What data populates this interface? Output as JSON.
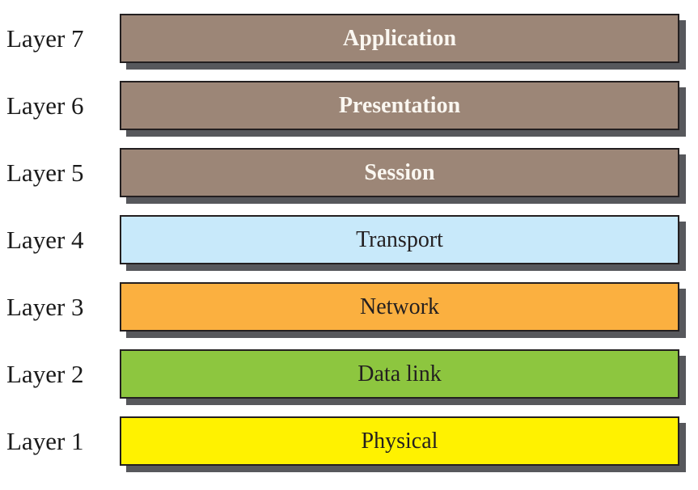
{
  "title": "OSI model seven layers diagram",
  "colors": {
    "border": "#231f20",
    "shadow": "#57585c",
    "background": "#ffffff",
    "label_text": "#1a1a1a",
    "light_text": "#faf7f1",
    "dark_text": "#231f20"
  },
  "layers": [
    {
      "label": "Layer 7",
      "name": "Application",
      "fill": "#9c8677",
      "text_color": "#faf7f1",
      "bold": true
    },
    {
      "label": "Layer 6",
      "name": "Presentation",
      "fill": "#9c8677",
      "text_color": "#faf7f1",
      "bold": true
    },
    {
      "label": "Layer 5",
      "name": "Session",
      "fill": "#9c8677",
      "text_color": "#faf7f1",
      "bold": true
    },
    {
      "label": "Layer 4",
      "name": "Transport",
      "fill": "#c8e9fa",
      "text_color": "#231f20",
      "bold": false
    },
    {
      "label": "Layer 3",
      "name": "Network",
      "fill": "#fbb040",
      "text_color": "#231f20",
      "bold": false
    },
    {
      "label": "Layer 2",
      "name": "Data link",
      "fill": "#8dc63f",
      "text_color": "#231f20",
      "bold": false
    },
    {
      "label": "Layer 1",
      "name": "Physical",
      "fill": "#fff200",
      "text_color": "#231f20",
      "bold": false
    }
  ]
}
